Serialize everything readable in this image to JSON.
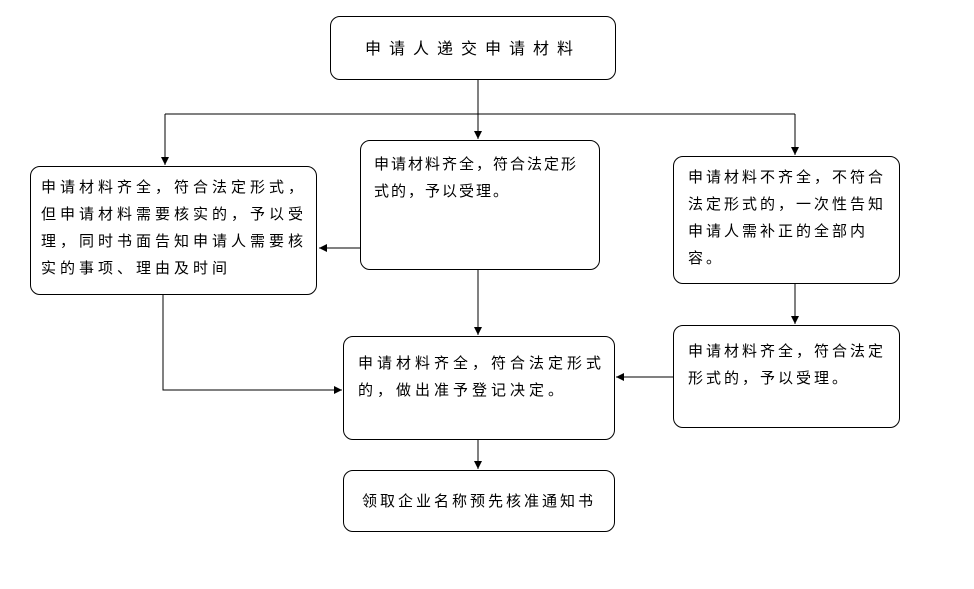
{
  "page": {
    "background": "#ffffff",
    "line_color": "#000000",
    "box_border_color": "#000000",
    "box_fill": "#ffffff",
    "text_color": "#000000"
  },
  "flowchart": {
    "type": "flowchart",
    "nodes": {
      "submit": {
        "label": "申请人递交申请材料"
      },
      "verify": {
        "label": "申请材料齐全，符合法定形式，\n但申请材料需要核实的，予以受\n理，同时书面告知申请人需要核\n实的事项、理由及时间"
      },
      "accept": {
        "label": "申请材料齐全，符合法定形\n式的，予以受理。"
      },
      "incomplete": {
        "label": "申请材料不齐全，不符合\n法定形式的，一次性告知\n申请人需补正的全部内\n容。"
      },
      "accept2": {
        "label": "申请材料齐全，符合法定\n形式的，予以受理。"
      },
      "decision": {
        "label": "申请材料齐全，符合法定形式\n的，做出准予登记决定。"
      },
      "notice": {
        "label": "领取企业名称预先核准通知书"
      }
    },
    "edges": [
      {
        "from": "submit",
        "to": "accept"
      },
      {
        "from": "submit",
        "to": "verify"
      },
      {
        "from": "submit",
        "to": "incomplete"
      },
      {
        "from": "accept",
        "to": "verify"
      },
      {
        "from": "accept",
        "to": "decision"
      },
      {
        "from": "verify",
        "to": "decision"
      },
      {
        "from": "incomplete",
        "to": "accept2"
      },
      {
        "from": "accept2",
        "to": "decision"
      },
      {
        "from": "decision",
        "to": "notice"
      }
    ]
  }
}
